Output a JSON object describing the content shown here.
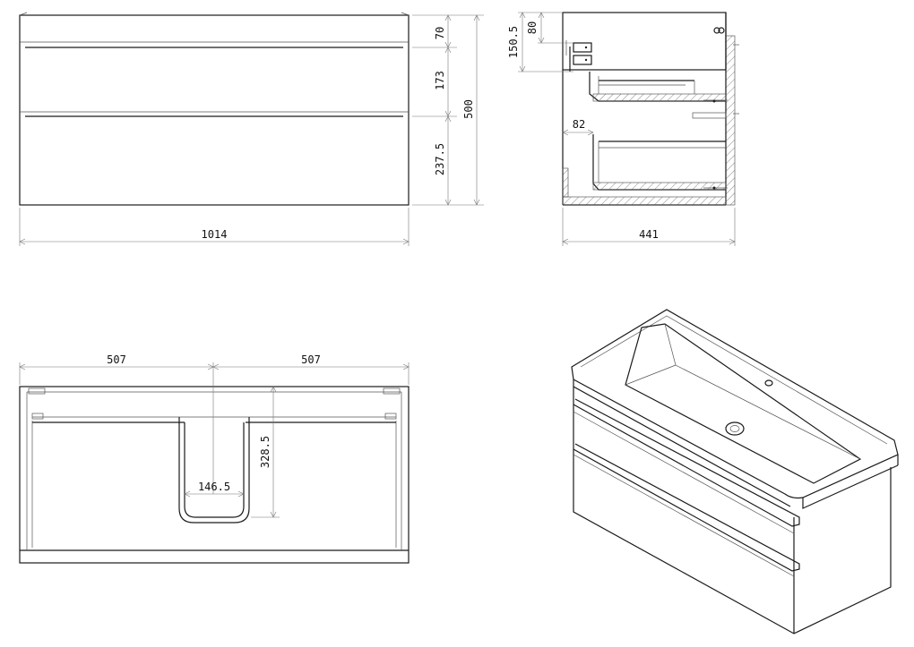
{
  "front_view": {
    "width": "1014",
    "height_total": "500",
    "top_height": "70",
    "upper_drawer_height": "173",
    "lower_drawer_height": "237.5"
  },
  "side_view": {
    "depth": "441",
    "siphon_height": "150.5",
    "top_offset": "80",
    "drawer_setback": "82"
  },
  "section_view": {
    "left_half": "507",
    "right_half": "507",
    "cutout_height": "328.5",
    "cutout_width": "146.5"
  },
  "iso_view": {}
}
